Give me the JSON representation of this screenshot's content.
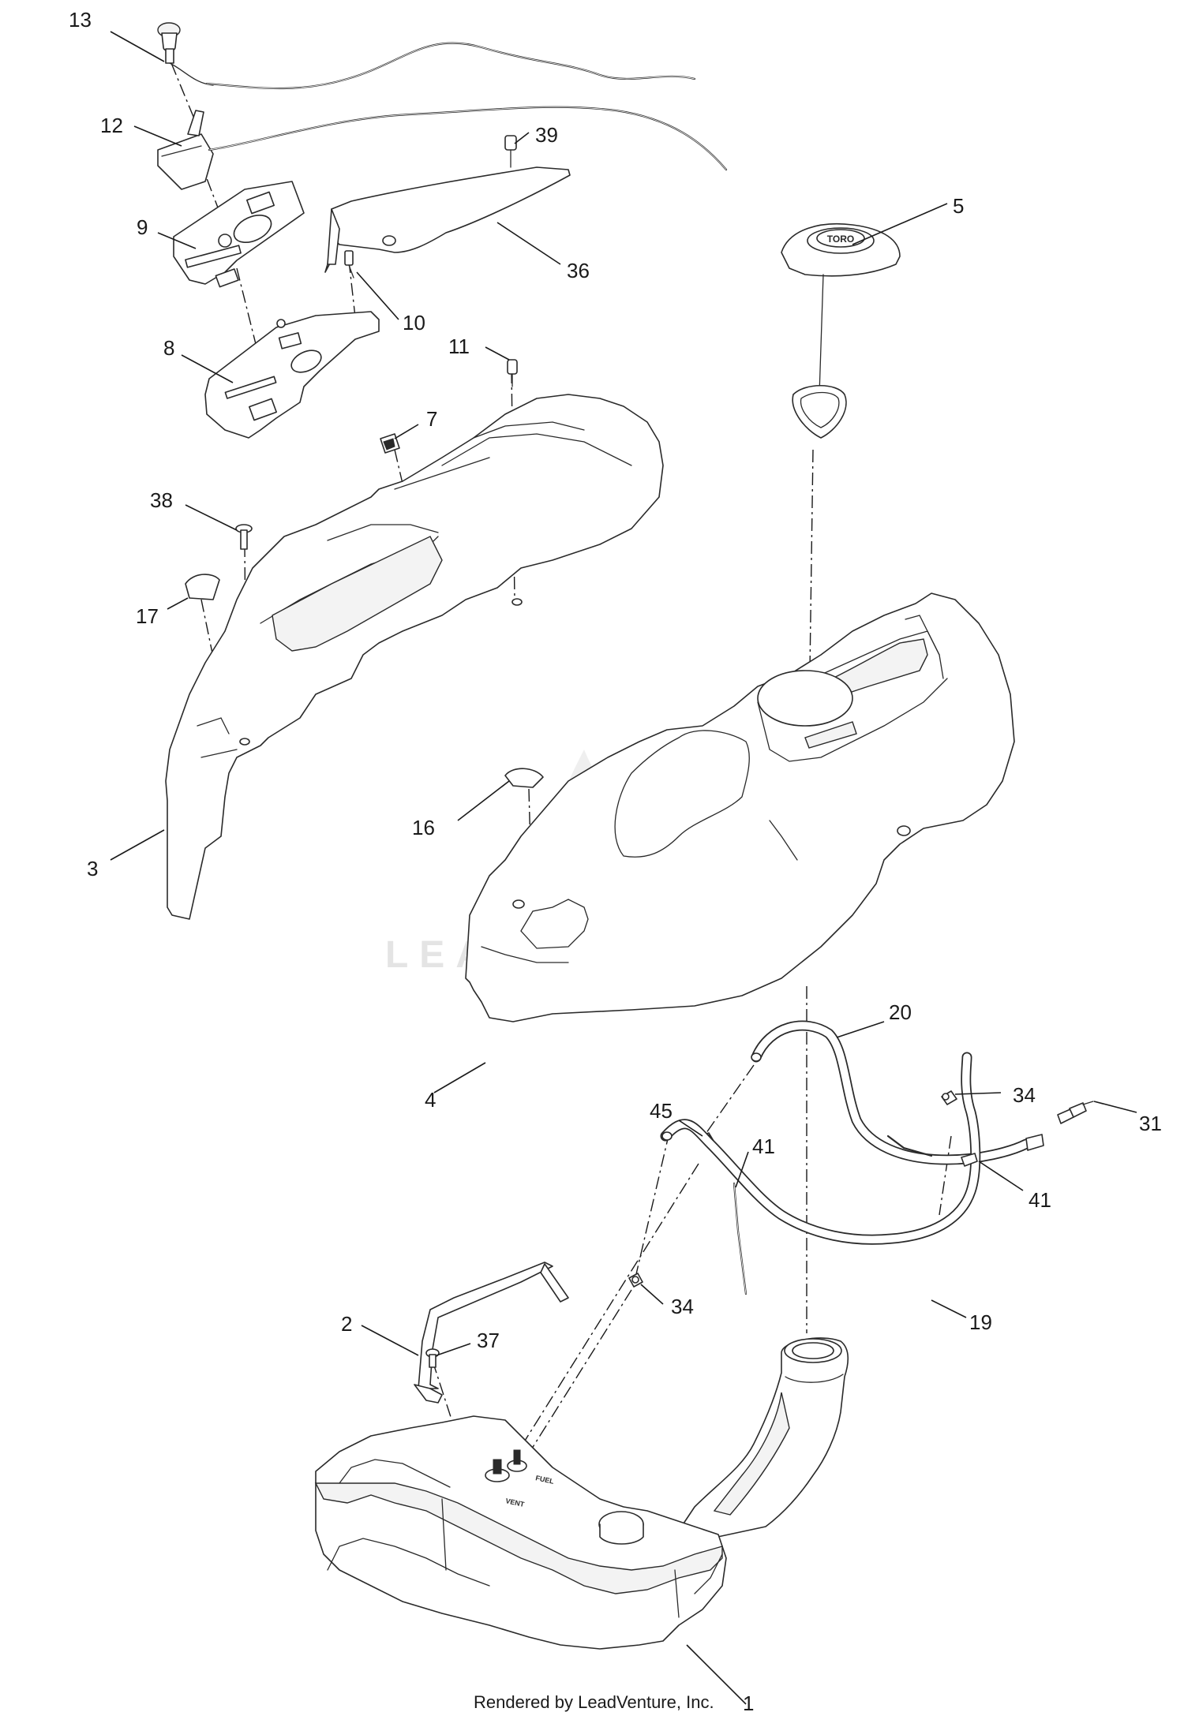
{
  "diagram": {
    "watermark": "LEADVENTURE",
    "credit": "Rendered by LeadVenture, Inc.",
    "callouts": {
      "c13": "13",
      "c12": "12",
      "c39": "39",
      "c9": "9",
      "c36": "36",
      "c5": "5",
      "c10": "10",
      "c8": "8",
      "c11": "11",
      "c7": "7",
      "c38": "38",
      "c17": "17",
      "c16": "16",
      "c3": "3",
      "c20": "20",
      "c4": "4",
      "c34a": "34",
      "c45": "45",
      "c31": "31",
      "c41a": "41",
      "c41b": "41",
      "c34b": "34",
      "c19": "19",
      "c2": "2",
      "c37": "37",
      "c1": "1"
    },
    "cap_markings": {
      "brand": "TORO"
    },
    "tank_markings": {
      "fuel": "FUEL",
      "vent": "VENT"
    }
  }
}
